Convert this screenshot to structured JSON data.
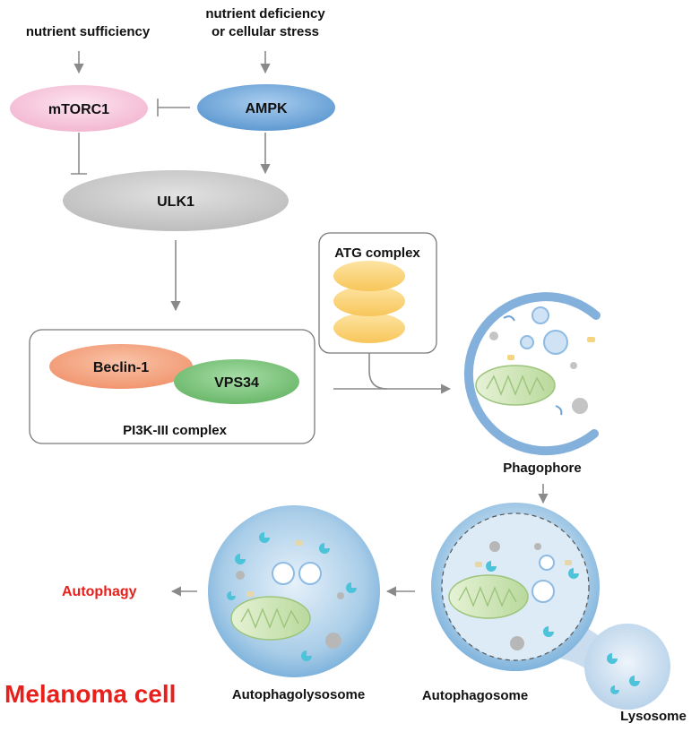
{
  "inputs": {
    "nutrient_sufficiency": "nutrient sufficiency",
    "nutrient_deficiency_line1": "nutrient deficiency",
    "nutrient_deficiency_line2": "or cellular stress"
  },
  "nodes": {
    "mtorc1": "mTORC1",
    "ampk": "AMPK",
    "ulk1": "ULK1",
    "beclin1": "Beclin-1",
    "vps34": "VPS34",
    "pi3k_complex": "PI3K-III complex",
    "atg_complex": "ATG complex"
  },
  "stages": {
    "phagophore": "Phagophore",
    "autophagosome": "Autophagosome",
    "lysosome": "Lysosome",
    "autophagolysosome": "Autophagolysosome",
    "autophagy": "Autophagy"
  },
  "footer": {
    "cell_type": "Melanoma cell"
  },
  "colors": {
    "arrow": "#8a8a8a",
    "mtorc1_fill": "#f7c6dc",
    "ampk_fill": "#6fa8dc",
    "ulk1_fill": "#cccccc",
    "beclin1_fill": "#f4a582",
    "vps34_fill": "#7dc27d",
    "atg_fill": "#fcd77a",
    "vesicle_fill": "#cfe4f5",
    "accent_red": "#e8201c"
  }
}
